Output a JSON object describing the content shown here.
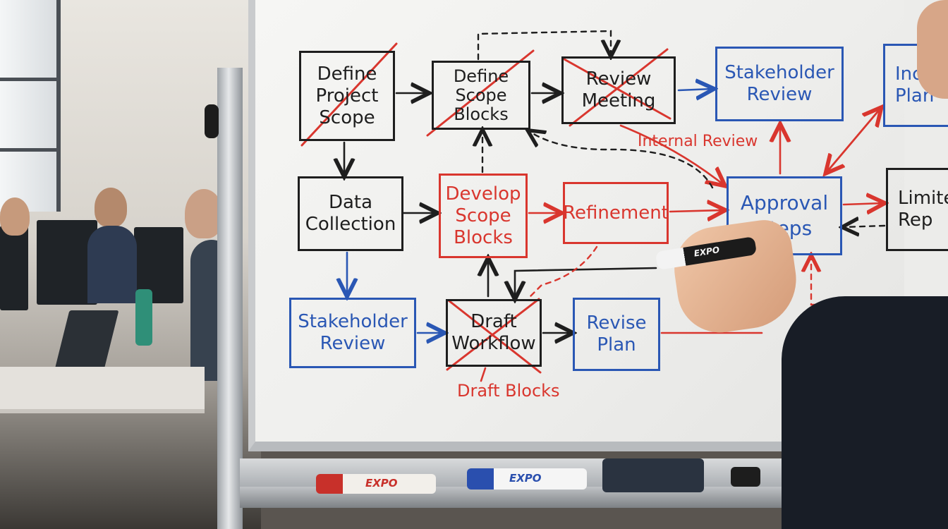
{
  "whiteboard": {
    "nodes": {
      "define_project_scope": [
        "Define",
        "Project",
        "Scope"
      ],
      "define_scope_blocks": [
        "Define",
        "Scope",
        "Blocks"
      ],
      "review_meeting": [
        "Review",
        "Meeting"
      ],
      "stakeholder_review_top": [
        "Stakeholder",
        "Review"
      ],
      "incr_plan": [
        "Incr",
        "Plan"
      ],
      "data_collection": [
        "Data",
        "Collection"
      ],
      "develop_scope_blocks": [
        "Develop",
        "Scope",
        "Blocks"
      ],
      "refinement": [
        "Refinement"
      ],
      "approval_steps": [
        "Approval",
        "Steps"
      ],
      "limited_rep": [
        "Limite",
        "Rep"
      ],
      "stakeholder_review_bottom": [
        "Stakeholder",
        "Review"
      ],
      "draft_workflow": [
        "Draft",
        "Workflow"
      ],
      "revise_plan": [
        "Revise",
        "Plan"
      ]
    },
    "notes": {
      "internal_review": "Internal Review",
      "draft_blocks": "Draft Blocks"
    }
  },
  "tray": {
    "marker_red_label": "EXPO",
    "marker_blue_label": "EXPO",
    "held_marker_label": "EXPO"
  },
  "colors": {
    "ink_black": "#1e1e1e",
    "ink_red": "#d9362e",
    "ink_blue": "#2a57b4"
  }
}
